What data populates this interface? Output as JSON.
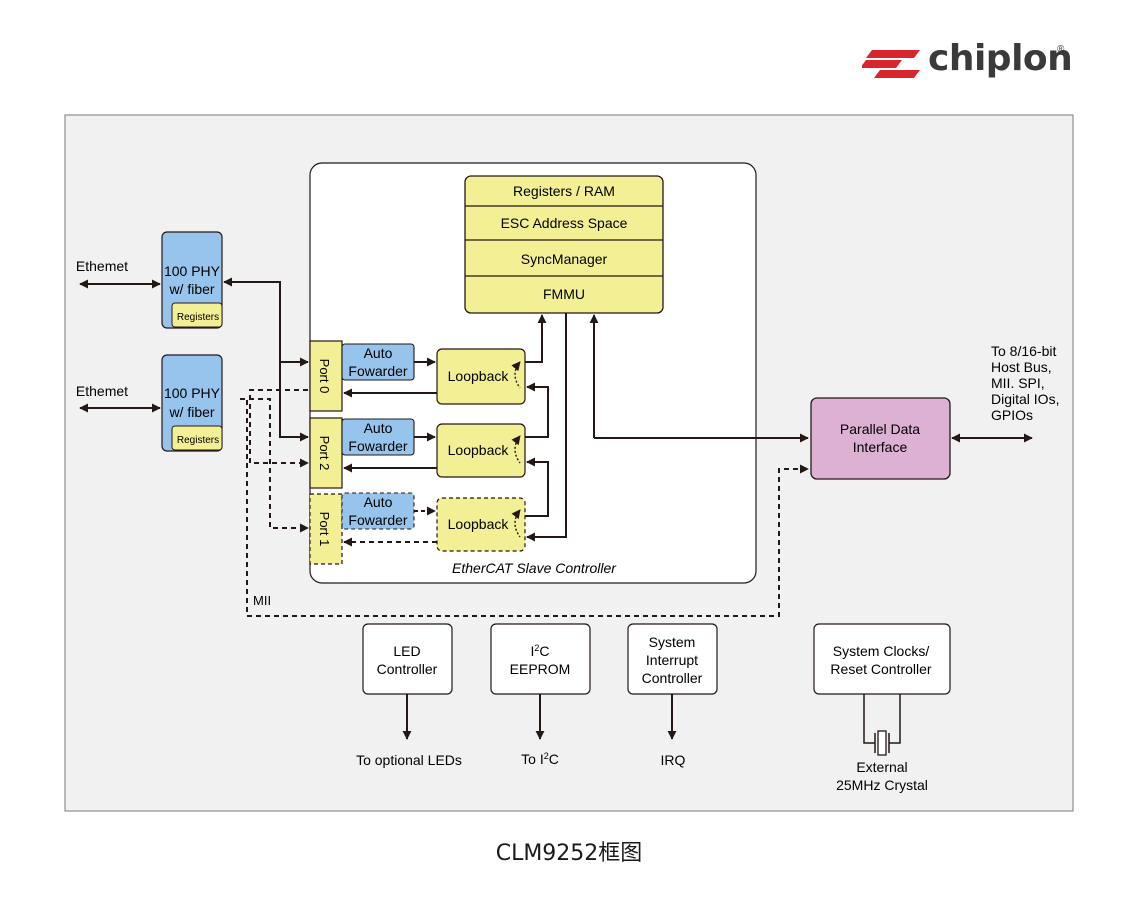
{
  "brand": {
    "name": "chiplon",
    "registered": "®",
    "mark_color": "#d7262e"
  },
  "caption": "CLM9252框图",
  "colors": {
    "blue": "#97c4ec",
    "yellow": "#f3ef94",
    "pink": "#dcb1d4",
    "panel": "#f1f1f1"
  },
  "blocks": {
    "esc_label": "EtherCAT Slave Controller",
    "registers_ram": "Registers / RAM",
    "esc_address_space": "ESC Address Space",
    "sync_manager": "SyncManager",
    "fmmu": "FMMU",
    "phy_line1": "100 PHY",
    "phy_line2": "w/ fiber",
    "phy_registers": "Registers",
    "ethernet": "Ethemet",
    "ports": [
      "Port 0",
      "Port 2",
      "Port 1"
    ],
    "auto_line1": "Auto",
    "auto_line2": "Fowarder",
    "loopback": "Loopback",
    "parallel_line1": "Parallel Data",
    "parallel_line2": "Interface",
    "host_bus": [
      "To 8/16-bit",
      "Host Bus,",
      "MII. SPI,",
      "Digital IOs,",
      "GPIOs"
    ],
    "mii": "MII",
    "led_line1": "LED",
    "led_line2": "Controller",
    "led_out": "To optional LEDs",
    "i2c_prefix": "I",
    "i2c_sup": "2",
    "i2c_suffix": "C",
    "eeprom": "EEPROM",
    "to_i2c_prefix": "To I",
    "irq_line1": "System",
    "irq_line2": "Interrupt",
    "irq_line3": "Controller",
    "irq_out": "IRQ",
    "clk_line1": "System Clocks/",
    "clk_line2": "Reset Controller",
    "crystal_line1": "External",
    "crystal_line2": "25MHz Crystal"
  }
}
